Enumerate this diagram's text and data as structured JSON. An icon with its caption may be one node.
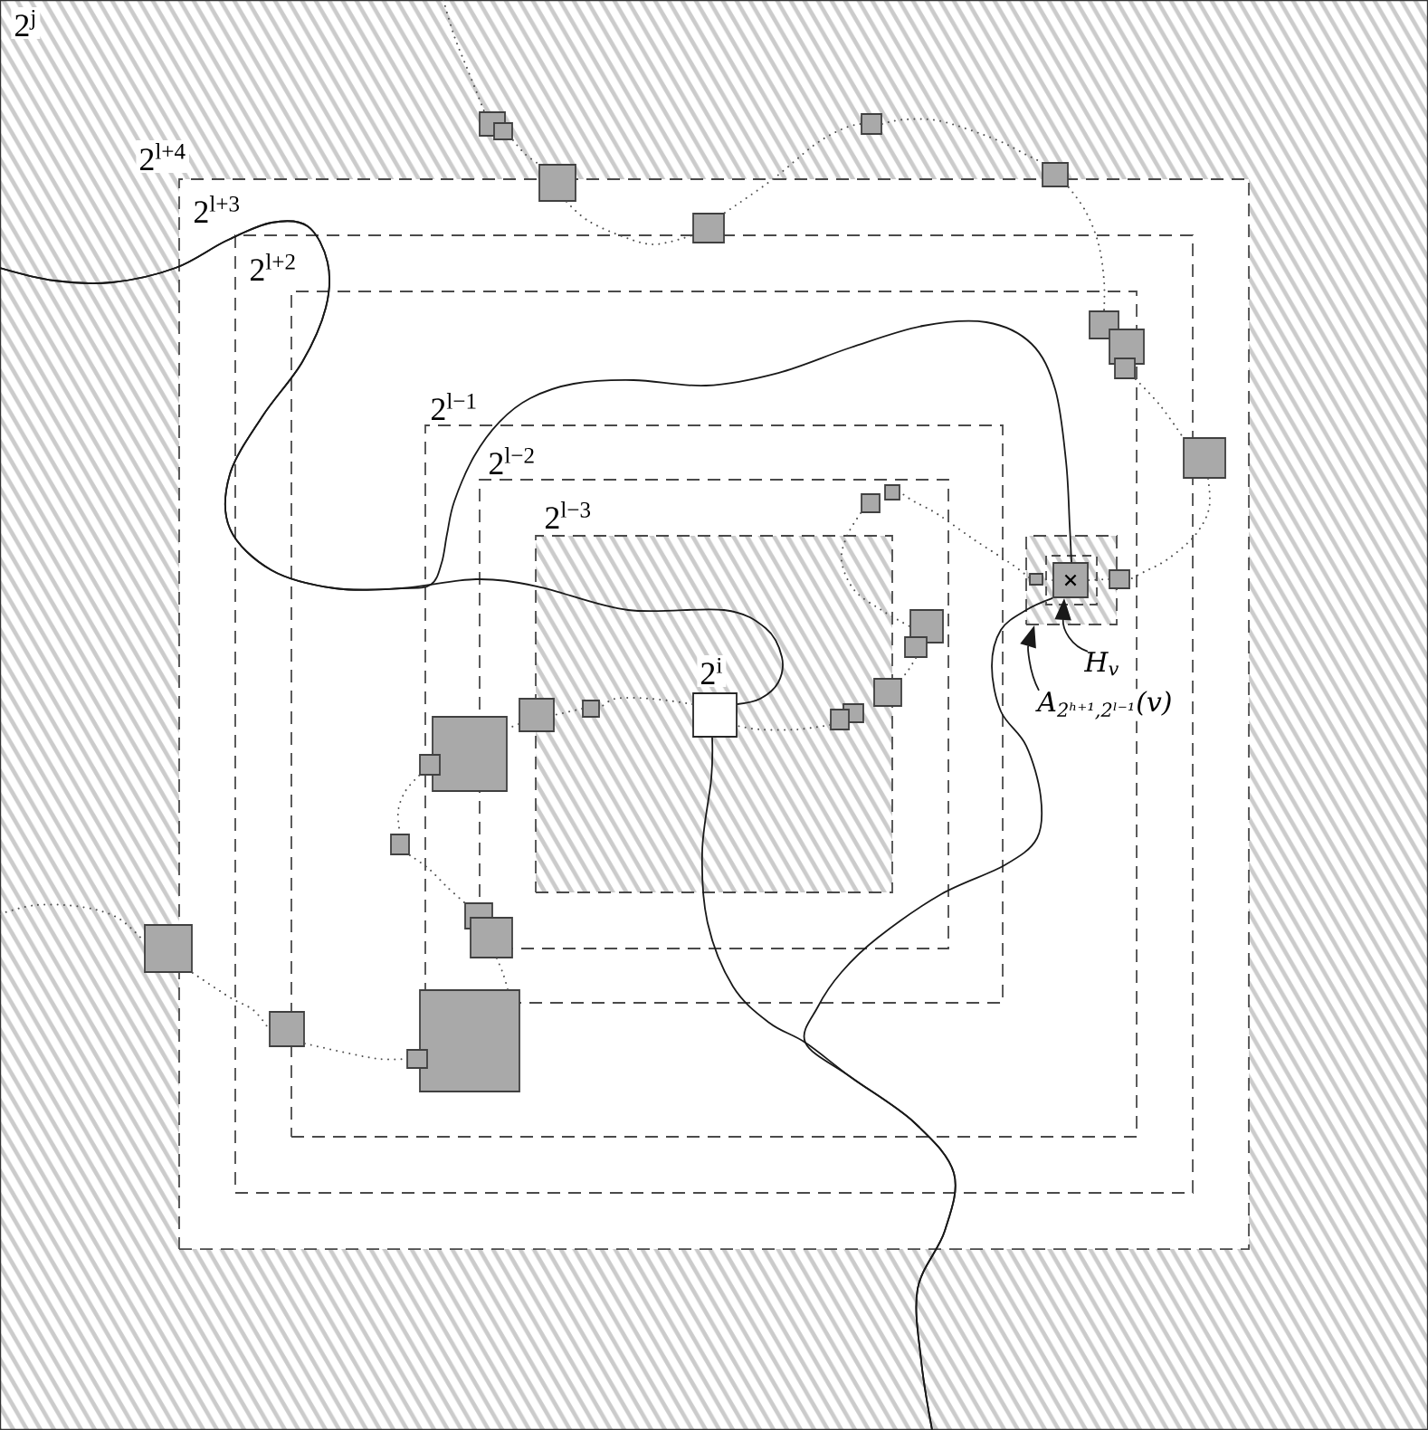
{
  "diagram": {
    "nodes": [
      {
        "text": [
          "2$^{j}$"
        ]
      },
      {
        "text": [
          "2$^{l+4}$"
        ],
        "in": 0
      },
      {
        "text": [
          "2$^{l+3}$"
        ],
        "in": 1
      },
      {
        "text": [
          "2$^{l+2}$"
        ],
        "in": 2
      },
      {
        "text": [
          "2$^{l−1}$"
        ],
        "in": 3
      },
      {
        "text": [
          "2$^{l−2}$"
        ],
        "in": 4
      },
      {
        "text": [
          "2$^{l−3}$"
        ],
        "in": 5
      },
      {
        "text": [
          "2$^{i}$"
        ],
        "in": 6
      },
      {
        "text": [],
        "shape": "box",
        "in": 3
      },
      {
        "text": [],
        "shape": "box",
        "in": 8
      },
      {
        "text": [
          "H$_{v}$"
        ],
        "in": 3
      },
      {
        "text": [
          "A$_{2ʰ⁺¹,2ˡ⁻¹}$(v)"
        ],
        "in": 2
      },
      {
        "text": [],
        "shape": "box",
        "in": 0
      },
      {
        "text": [],
        "shape": "box",
        "in": 0
      },
      {
        "text": [],
        "shape": "box",
        "in": 0
      },
      {
        "text": [],
        "shape": "box",
        "in": 1
      },
      {
        "text": [],
        "shape": "box",
        "in": 0
      },
      {
        "text": [],
        "shape": "box",
        "in": 0
      },
      {
        "text": [],
        "shape": "box",
        "in": 3
      },
      {
        "text": [],
        "shape": "box",
        "in": 2
      },
      {
        "text": [],
        "shape": "box",
        "in": 3
      },
      {
        "text": [],
        "shape": "box",
        "in": 1
      },
      {
        "text": [],
        "shape": "box",
        "in": 3
      },
      {
        "text": [],
        "shape": "box",
        "in": 8
      },
      {
        "text": [],
        "shape": "box",
        "in": 5
      },
      {
        "text": [],
        "shape": "box",
        "in": 5
      },
      {
        "text": [],
        "shape": "box",
        "in": 5
      },
      {
        "text": [],
        "shape": "box",
        "in": 5
      },
      {
        "text": [],
        "shape": "box",
        "in": 5
      },
      {
        "text": [],
        "shape": "box",
        "in": 6
      },
      {
        "text": [],
        "shape": "box",
        "in": 6
      },
      {
        "text": [],
        "shape": "box",
        "in": 6
      },
      {
        "text": [],
        "shape": "box",
        "in": 5
      },
      {
        "text": [],
        "shape": "box",
        "in": 4
      },
      {
        "text": [],
        "shape": "box",
        "in": 3
      },
      {
        "text": [],
        "shape": "box",
        "in": 3
      },
      {
        "text": [],
        "shape": "box",
        "in": 4
      },
      {
        "text": [],
        "shape": "box",
        "in": 4
      },
      {
        "text": [],
        "shape": "box",
        "in": 3
      },
      {
        "text": [],
        "shape": "box",
        "in": 3
      },
      {
        "text": [],
        "shape": "box",
        "in": 2
      },
      {
        "text": [],
        "shape": "box",
        "in": 0
      }
    ],
    "edges": [
      {
        "from": 10,
        "to": 9,
        "arrow": "to"
      },
      {
        "from": 11,
        "to": 8,
        "arrow": "to"
      },
      {
        "from": null,
        "to": 7,
        "arrow": "none"
      },
      {
        "from": 7,
        "to": null,
        "arrow": "none"
      },
      {
        "from": null,
        "to": 9,
        "arrow": "none"
      },
      {
        "from": 9,
        "to": null,
        "arrow": "none"
      },
      {
        "from": null,
        "to": 12,
        "arrow": "none",
        "style": "dashed"
      },
      {
        "from": 13,
        "to": 14,
        "arrow": "none",
        "style": "dashed"
      },
      {
        "from": 14,
        "to": 15,
        "arrow": "none",
        "style": "dashed"
      },
      {
        "from": 15,
        "to": 16,
        "arrow": "none",
        "style": "dashed"
      },
      {
        "from": 16,
        "to": 17,
        "arrow": "none",
        "style": "dashed"
      },
      {
        "from": 17,
        "to": 18,
        "arrow": "none",
        "style": "dashed"
      },
      {
        "from": 20,
        "to": 21,
        "arrow": "none",
        "style": "dashed"
      },
      {
        "from": 21,
        "to": 22,
        "arrow": "none",
        "style": "dashed"
      },
      {
        "from": 22,
        "to": 9,
        "arrow": "none",
        "style": "dashed"
      },
      {
        "from": 9,
        "to": 23,
        "arrow": "none",
        "style": "dashed"
      },
      {
        "from": 23,
        "to": 24,
        "arrow": "none",
        "style": "dashed"
      },
      {
        "from": 25,
        "to": 26,
        "arrow": "none",
        "style": "dashed"
      },
      {
        "from": 27,
        "to": 28,
        "arrow": "none",
        "style": "dashed"
      },
      {
        "from": 30,
        "to": 7,
        "arrow": "none",
        "style": "dashed"
      },
      {
        "from": 7,
        "to": 31,
        "arrow": "none",
        "style": "dashed"
      },
      {
        "from": 31,
        "to": 32,
        "arrow": "none",
        "style": "dashed"
      },
      {
        "from": 32,
        "to": 33,
        "arrow": "none",
        "style": "dashed"
      },
      {
        "from": 34,
        "to": 35,
        "arrow": "none",
        "style": "dashed"
      },
      {
        "from": 35,
        "to": 36,
        "arrow": "none",
        "style": "dashed"
      },
      {
        "from": 37,
        "to": 38,
        "arrow": "none",
        "style": "dashed"
      },
      {
        "from": 40,
        "to": 39,
        "arrow": "none",
        "style": "dashed"
      },
      {
        "from": 41,
        "to": 40,
        "arrow": "none",
        "style": "dashed"
      },
      {
        "from": null,
        "to": 41,
        "arrow": "none",
        "style": "dashed"
      }
    ]
  }
}
